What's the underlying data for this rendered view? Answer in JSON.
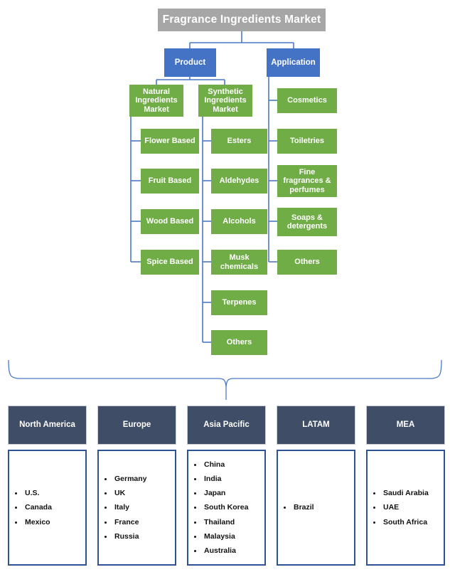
{
  "diagram": {
    "title": "Fragrance Ingredients Market",
    "branches": [
      {
        "label": "Product"
      },
      {
        "label": "Application"
      }
    ],
    "product_categories": [
      {
        "label": "Natural Ingredients Market"
      },
      {
        "label": "Synthetic Ingredients Market"
      }
    ],
    "natural_items": [
      "Flower Based",
      "Fruit Based",
      "Wood Based",
      "Spice Based"
    ],
    "synthetic_items": [
      "Esters",
      "Aldehydes",
      "Alcohols",
      "Musk chemicals",
      "Terpenes",
      "Others"
    ],
    "application_items": [
      "Cosmetics",
      "Toiletries",
      "Fine fragrances & perfumes",
      "Soaps & detergents",
      "Others"
    ],
    "regions": [
      {
        "name": "North America",
        "countries": [
          "U.S.",
          "Canada",
          "Mexico"
        ]
      },
      {
        "name": "Europe",
        "countries": [
          "Germany",
          "UK",
          "Italy",
          "France",
          "Russia"
        ]
      },
      {
        "name": "Asia Pacific",
        "countries": [
          "China",
          "India",
          "Japan",
          "South Korea",
          "Thailand",
          "Malaysia",
          "Australia"
        ]
      },
      {
        "name": "LATAM",
        "countries": [
          "Brazil"
        ]
      },
      {
        "name": "MEA",
        "countries": [
          "Saudi Arabia",
          "UAE",
          "South Africa"
        ]
      }
    ],
    "colors": {
      "title_bg": "#a6a6a6",
      "branch_bg": "#4472c4",
      "leaf_bg": "#70ad47",
      "region_header_bg": "#3f4e66",
      "region_border": "#2e5395",
      "connector": "#4a79c8"
    }
  }
}
